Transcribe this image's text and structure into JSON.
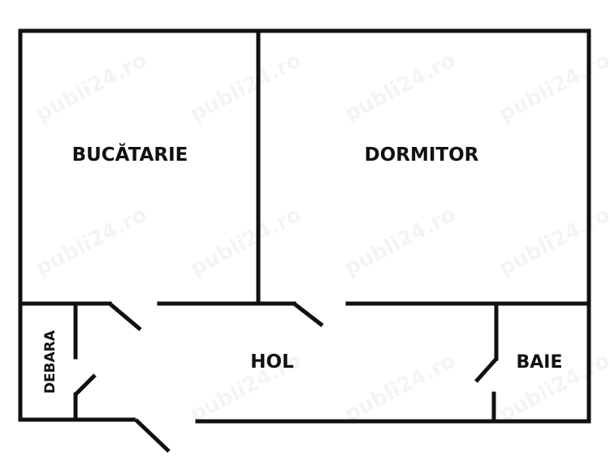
{
  "plan": {
    "wall_color": "#111111",
    "background": "#ffffff",
    "rooms": {
      "kitchen": "BUCĂTARIE",
      "bedroom": "DORMITOR",
      "storage": "DEBARA",
      "hall": "HOL",
      "bathroom": "BAIE"
    },
    "watermark": "publi24.ro"
  }
}
